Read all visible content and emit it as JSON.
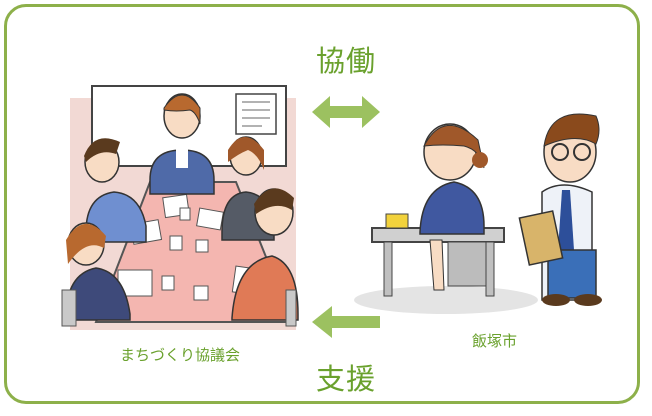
{
  "labels": {
    "cooperation": "協働",
    "support": "支援",
    "council": "まちづくり協議会",
    "city": "飯塚市"
  },
  "colors": {
    "frame": "#8db04a",
    "arrow": "#9cc160",
    "text": "#6aa12d"
  },
  "icons": {
    "double_arrow": "left-right-arrow-icon",
    "support_arrow": "left-arrow-icon"
  }
}
